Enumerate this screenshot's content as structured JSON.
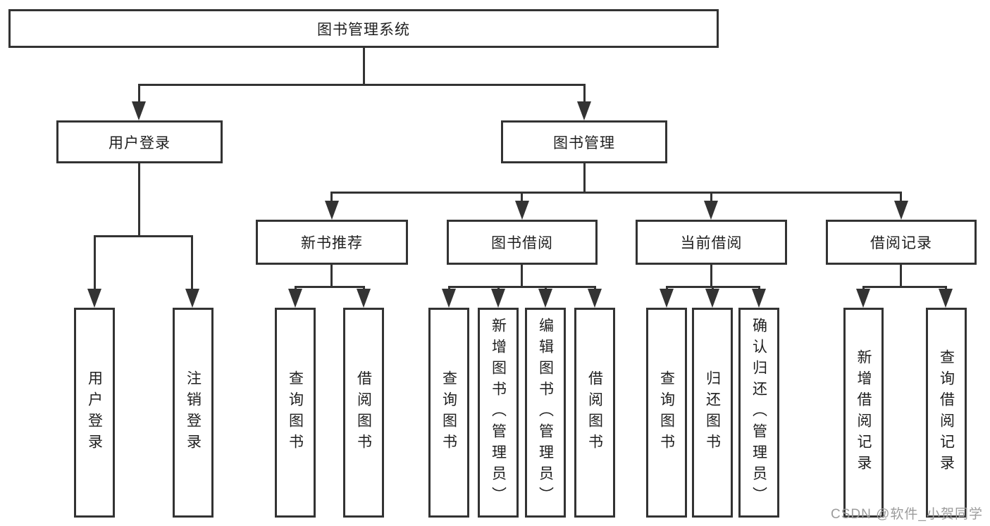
{
  "diagram": {
    "type": "hierarchy-diagram",
    "title": "图书管理系统",
    "colors": {
      "line": "#333333",
      "text": "#1f1f1f",
      "background": "#ffffff",
      "watermark": "#9c9c9c"
    },
    "nodes": {
      "root": "图书管理系统",
      "user_login": "用户登录",
      "book_management": "图书管理",
      "new_book_recommend": "新书推荐",
      "book_borrowing": "图书借阅",
      "current_borrowing": "当前借阅",
      "borrowing_records": "借阅记录",
      "login": "用户登录",
      "logout": "注销登录",
      "nbr_query_books": "查询图书",
      "nbr_borrow_books": "借阅图书",
      "bb_query_books": "查询图书",
      "bb_add_books": "新增图书（管理员）",
      "bb_edit_books": "编辑图书（管理员）",
      "bb_borrow_books": "借阅图书",
      "cb_query_books": "查询图书",
      "cb_return_books": "归还图书",
      "cb_confirm_return": "确认归还（管理员）",
      "br_add_record": "新增借阅记录",
      "br_query_record": "查询借阅记录"
    },
    "edges": [
      [
        "root",
        "user_login"
      ],
      [
        "root",
        "book_management"
      ],
      [
        "user_login",
        "login"
      ],
      [
        "user_login",
        "logout"
      ],
      [
        "book_management",
        "new_book_recommend"
      ],
      [
        "book_management",
        "book_borrowing"
      ],
      [
        "book_management",
        "current_borrowing"
      ],
      [
        "book_management",
        "borrowing_records"
      ],
      [
        "new_book_recommend",
        "nbr_query_books"
      ],
      [
        "new_book_recommend",
        "nbr_borrow_books"
      ],
      [
        "book_borrowing",
        "bb_query_books"
      ],
      [
        "book_borrowing",
        "bb_add_books"
      ],
      [
        "book_borrowing",
        "bb_edit_books"
      ],
      [
        "book_borrowing",
        "bb_borrow_books"
      ],
      [
        "current_borrowing",
        "cb_query_books"
      ],
      [
        "current_borrowing",
        "cb_return_books"
      ],
      [
        "current_borrowing",
        "cb_confirm_return"
      ],
      [
        "borrowing_records",
        "br_add_record"
      ],
      [
        "borrowing_records",
        "br_query_record"
      ]
    ],
    "watermark": "CSDN @软件_小贺同学"
  }
}
